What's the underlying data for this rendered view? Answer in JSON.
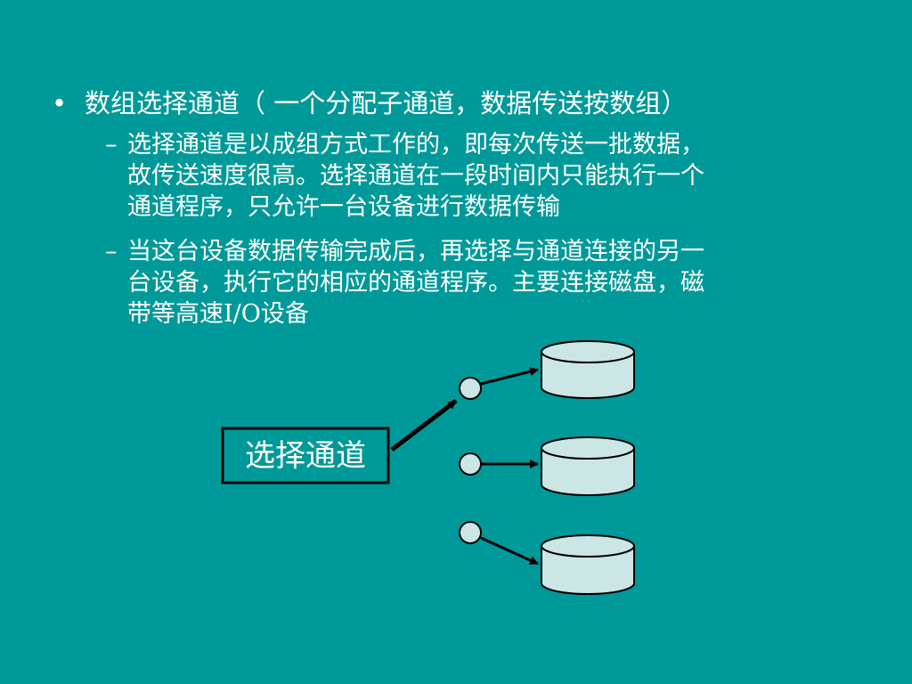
{
  "colors": {
    "background": "#009999",
    "text": "#ffffff",
    "node_fill": "#cce6e6",
    "outline": "#000000"
  },
  "bullet": {
    "symbol": "•",
    "text": "数组选择通道（ 一个分配子通道，数据传送按数组）"
  },
  "subpoints": [
    {
      "dash": "–",
      "lines": [
        "选择通道是以成组方式工作的，即每次传送一批数据，",
        "故传送速度很高。选择通道在一段时间内只能执行一个",
        "通道程序，只允许一台设备进行数据传输"
      ]
    },
    {
      "dash": "–",
      "lines": [
        "当这台设备数据传输完成后，再选择与通道连接的另一",
        "台设备，执行它的相应的通道程序。主要连接磁盘，磁",
        "带等高速I/O设备"
      ]
    }
  ],
  "diagram": {
    "channel_label": "选择通道",
    "switch_nodes": [
      "switch-1",
      "switch-2",
      "switch-3"
    ],
    "device_icons": [
      "disk-icon",
      "disk-icon",
      "disk-icon"
    ]
  }
}
